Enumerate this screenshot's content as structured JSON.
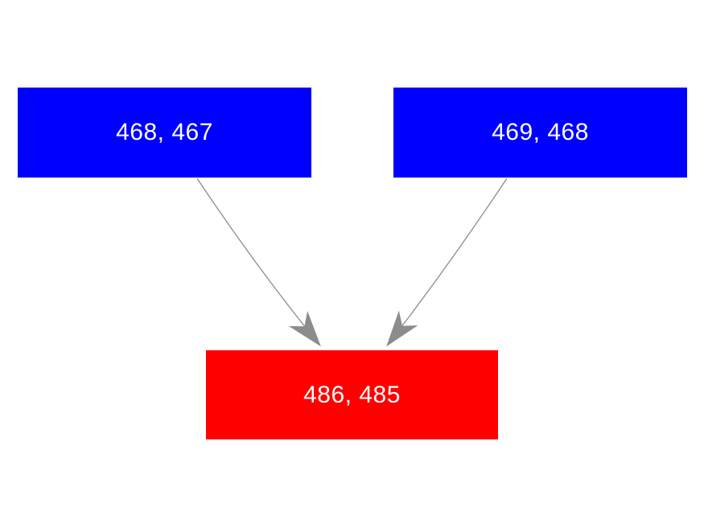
{
  "diagram": {
    "background": "#ffffff",
    "nodes": [
      {
        "id": "node-top-left",
        "label": "468, 467",
        "fill": "#0000ff",
        "text_color": "#ffffff"
      },
      {
        "id": "node-top-right",
        "label": "469, 468",
        "fill": "#0000ff",
        "text_color": "#ffffff"
      },
      {
        "id": "node-bottom",
        "label": "486, 485",
        "fill": "#ff0000",
        "text_color": "#ffffff"
      }
    ],
    "edges": [
      {
        "from": "node-top-left",
        "to": "node-bottom",
        "color": "#8c8c8c"
      },
      {
        "from": "node-top-right",
        "to": "node-bottom",
        "color": "#8c8c8c"
      }
    ]
  }
}
